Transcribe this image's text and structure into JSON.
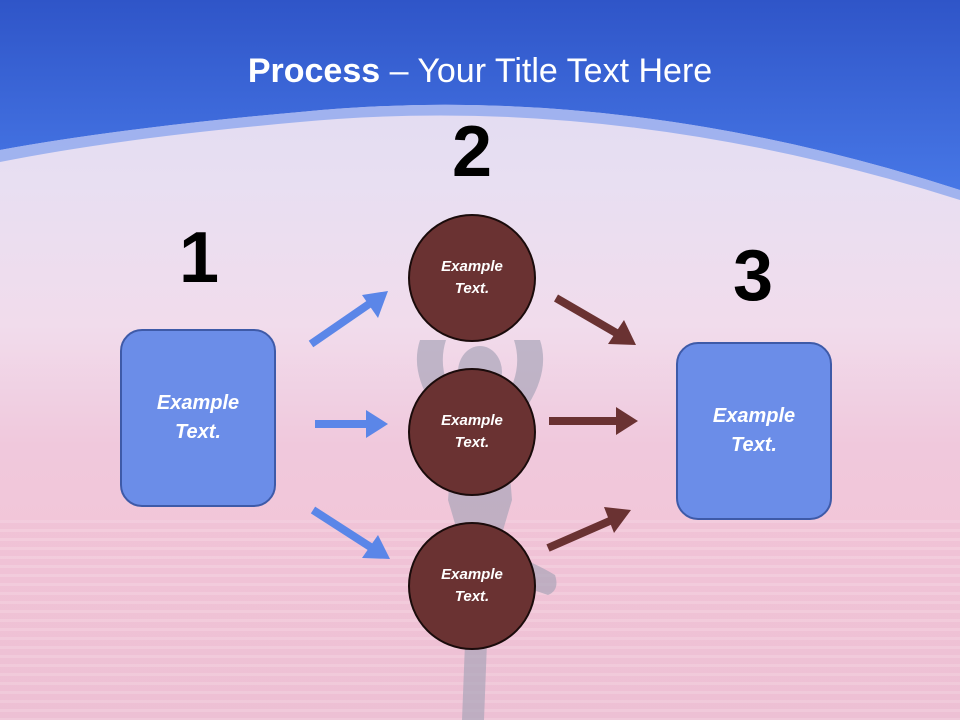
{
  "title": {
    "bold": "Process",
    "rest": " – Your Title Text Here"
  },
  "steps": [
    {
      "number": "1",
      "label": "Example\nText."
    },
    {
      "number": "2",
      "labels": [
        "Example\nText.",
        "Example\nText.",
        "Example\nText."
      ]
    },
    {
      "number": "3",
      "label": "Example\nText."
    }
  ],
  "colors": {
    "header": "#3f6fe0",
    "box": "#6b8de8",
    "circle": "#6a3232",
    "arrow_blue": "#5b86e8",
    "arrow_brown": "#6a3232"
  }
}
